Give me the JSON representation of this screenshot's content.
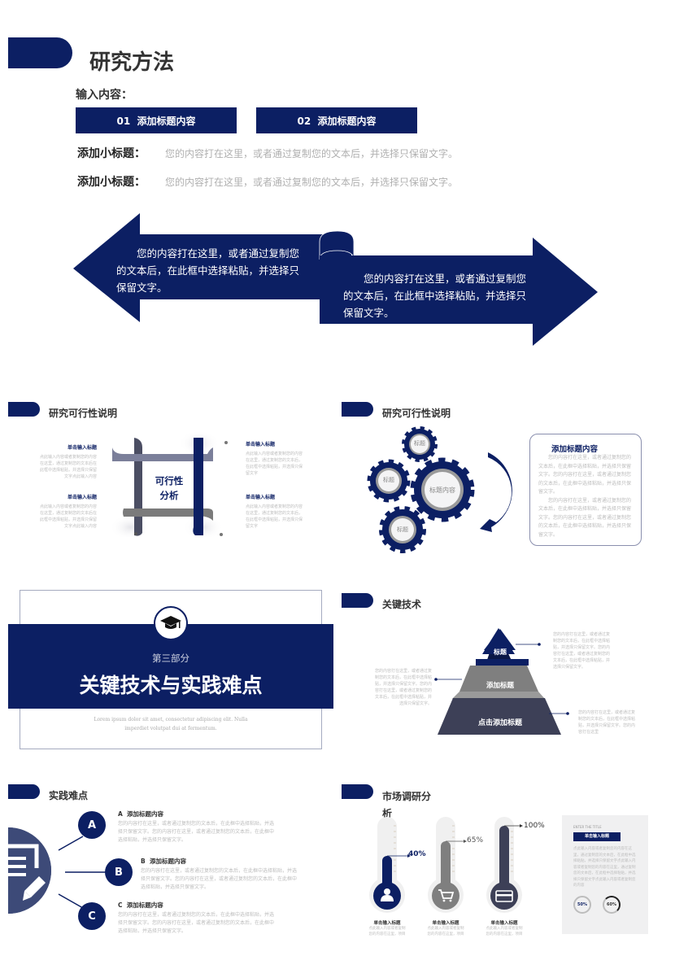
{
  "slide1": {
    "title": "研究方法",
    "input_label": "输入内容：",
    "buttons": [
      {
        "label": "01  添加标题内容"
      },
      {
        "label": "02  添加标题内容"
      }
    ],
    "rows": [
      {
        "label": "添加小标题：",
        "text": "您的内容打在这里，或者通过复制您的文本后，并选择只保留文字。"
      },
      {
        "label": "添加小标题：",
        "text": "您的内容打在这里，或者通过复制您的文本后，并选择只保留文字。"
      }
    ],
    "arrows": [
      {
        "text": "　　您的内容打在这里，或者通过复制您的文本后，在此框中选择粘贴，并选择只保留文字。"
      },
      {
        "text": "　　您的内容打在这里，或者通过复制您的文本后，在此框中选择粘贴，并选择只保留文字。"
      }
    ]
  },
  "slide2": {
    "title": "研究可行性说明",
    "center_label": "可行性\n分析",
    "center_line1": "可行性",
    "center_line2": "分析",
    "items": [
      {
        "heading": "单击输入标题",
        "text": "点此输入内容或者复制您的内容在这里，通过复制您的文本后在此框中选择粘贴，并选择只保留文字点此输入内容"
      },
      {
        "heading": "单击输入标题",
        "text": "点此输入内容或者复制您的内容在这里，通过复制您的文本后在此框中选择粘贴，并选择只保留文字点此输入内容"
      },
      {
        "heading": "单击输入标题",
        "text": "点此输入内容或者复制您的内容在这里，通过复制您的文本后，在此框中选择粘贴，并选择只保留文字"
      },
      {
        "heading": "单击输入标题",
        "text": "点此输入内容或者复制您的内容在这里，通过复制您的文本后，在此框中选择粘贴，并选择只保留文字"
      }
    ]
  },
  "slide3": {
    "title": "研究可行性说明",
    "gears": [
      {
        "label": "标题"
      },
      {
        "label": "标题"
      },
      {
        "label": "标题内容"
      },
      {
        "label": "标题"
      }
    ],
    "box_title": "添加标题内容",
    "box_text1": "　　您的内容打在这里，或者通过复制您的文本后，在此框中选择粘贴，并选择只保留文字。您的内容打在这里，或者通过复制您的文本后，在此框中选择粘贴，并选择只保留文字。",
    "box_text2": "　　您的内容打在这里，或者通过复制您的文本后，在此框中选择粘贴，并选择只保留文字。您的内容打在这里，或者通过复制您的文本后，在此框中选择粘贴，并选择只保留文字。"
  },
  "slide4": {
    "icon": "graduation-cap-icon",
    "part": "第三部分",
    "title": "关键技术与实践难点",
    "lorem1": "Lorem ipsum dolor sit amet, consectetur adipiscing elit. Nulla",
    "lorem2": "imperdiet volutpat dui at fermentum."
  },
  "slide5": {
    "title": "关键技术",
    "levels": [
      {
        "label": "标题",
        "color": "#0c1f63"
      },
      {
        "label": "添加标题",
        "color": "#7f7f7f"
      },
      {
        "label": "点击添加标题",
        "color": "#3d4057"
      }
    ],
    "notes": [
      "您的内容打在这里，或者通过复制您的文本后，在此框中选择粘贴，并选择只保留文字。您的内容打在这里，或者通过复制您的文本后，在此框中选择粘贴，并选择只保留文字。",
      "您的内容打在这里，或者通过复制您的文本后，在此框中选择粘贴，并选择只保留文字。您的内容打在这里，或者通过复制您的文本后，在此框中选择粘贴，并选择只保留文字。",
      "您的内容打在这里，或者通过复制您的文本后，在此框中选择粘贴，并选择只保留文字。您的内容打在这里"
    ]
  },
  "slide6": {
    "title": "实践难点",
    "icon": "document-edit-icon",
    "items": [
      {
        "letter": "A",
        "heading": "A  添加标题内容",
        "text": "您的内容打在这里，或者通过复制您的文本后，在此框中选择粘贴，并选择只保留文字。您的内容打在这里，或者通过复制您的文本后，在此框中选择粘贴，并选择只保留文字。"
      },
      {
        "letter": "B",
        "heading": "B  添加标题内容",
        "text": "您的内容打在这里，或者通过复制您的文本后，在此框中选择粘贴，并选择只保留文字。您的内容打在这里，或者通过复制您的文本后，在此框中选择粘贴，并选择只保留文字。"
      },
      {
        "letter": "C",
        "heading": "C  添加标题内容",
        "text": "您的内容打在这里，或者通过复制您的文本后，在此框中选择粘贴，并选择只保留文字。您的内容打在这里，或者通过复制您的文本后，在此框中选择粘贴，并选择只保留文字。"
      }
    ]
  },
  "slide7": {
    "title_line1": "市场调研分",
    "title_line2": "析",
    "thermometers": [
      {
        "value": "40%",
        "percent": 40,
        "color": "#0c1f63",
        "icon": "user-icon",
        "heading": "单击输入标题",
        "text": "点此输入内容或者复制您的内容在这里，项目"
      },
      {
        "value": "65%",
        "percent": 65,
        "color": "#7f7f7f",
        "icon": "cart-icon",
        "heading": "单击输入标题",
        "text": "点此输入内容或者复制您的内容在这里，项目"
      },
      {
        "value": "100%",
        "percent": 100,
        "color": "#3d4057",
        "icon": "credit-card-icon",
        "heading": "单击输入标题",
        "text": "点此输入内容或者复制您的内容在这里，项目"
      }
    ],
    "panel": {
      "eyebrow": "ENTER THE TITLE",
      "badge": "单击输入标题",
      "text": "点此输入内容或者复制您的内容在这里，通过复制您的文本后，在此框中选择粘贴，并选择只保留文字点此输入内容或者复制您的内容在这里，通过复制您的文本后，在此框中选择粘贴，并选择只保留文字点此输入内容或者复制您的内容",
      "rings": [
        {
          "value": "50%",
          "percent": 50
        },
        {
          "value": "60%",
          "percent": 60
        }
      ]
    }
  },
  "colors": {
    "navy": "#0c1f63",
    "gray": "#7f7f7f",
    "slate": "#3d4057",
    "text_gray": "#b5b5b5"
  }
}
